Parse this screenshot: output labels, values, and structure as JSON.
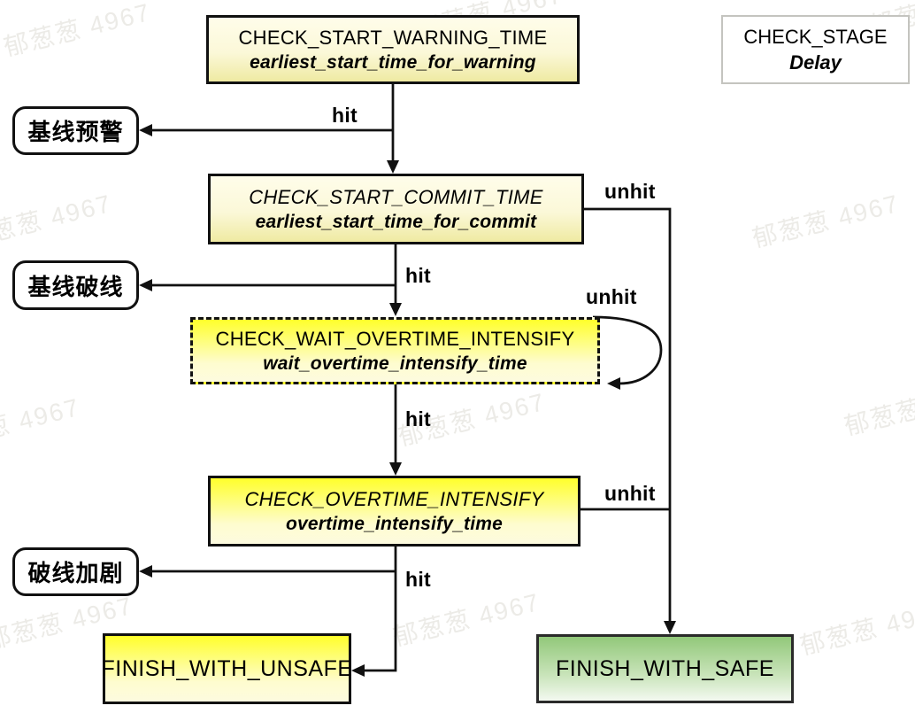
{
  "watermark": {
    "text": "郁葱葱 4967"
  },
  "legend": {
    "title": "CHECK_STAGE",
    "subtitle": "Delay"
  },
  "nodes": {
    "warning": {
      "title": "CHECK_START_WARNING_TIME",
      "subtitle": "earliest_start_time_for_warning"
    },
    "commit": {
      "title": "CHECK_START_COMMIT_TIME",
      "subtitle": "earliest_start_time_for_commit"
    },
    "wait_overtime": {
      "title": "CHECK_WAIT_OVERTIME_INTENSIFY",
      "subtitle": "wait_overtime_intensify_time"
    },
    "overtime": {
      "title": "CHECK_OVERTIME_INTENSIFY",
      "subtitle": "overtime_intensify_time"
    },
    "finish_unsafe": {
      "title": "FINISH_WITH_UNSAFE"
    },
    "finish_safe": {
      "title": "FINISH_WITH_SAFE"
    }
  },
  "outputs": {
    "baseline_warning": {
      "label": "基线预警"
    },
    "baseline_break": {
      "label": "基线破线"
    },
    "break_intensify": {
      "label": "破线加剧"
    }
  },
  "edges": [
    {
      "from": "warning",
      "to": "baseline_warning",
      "label": "hit"
    },
    {
      "from": "commit",
      "to": "baseline_break",
      "label": "hit"
    },
    {
      "from": "wait_overtime",
      "to": "overtime",
      "label": "hit"
    },
    {
      "from": "overtime",
      "to": "break_intensify",
      "label": "hit"
    },
    {
      "from": "commit",
      "to": "finish_safe",
      "label": "unhit"
    },
    {
      "from": "wait_overtime",
      "to": "wait_overtime",
      "label": "unhit"
    },
    {
      "from": "overtime",
      "to": "finish_safe",
      "label": "unhit"
    }
  ],
  "colors": {
    "node_cream_top": "#FFFDEA",
    "node_cream_bottom": "#EFEAA2",
    "node_yellow_top": "#FFFF2B",
    "node_yellow_bottom": "#FDFBDF",
    "finish_green_top": "#92C87A",
    "finish_green_bottom": "#F3F9F0",
    "border_black": "#111111",
    "legend_border": "#C4C4BF",
    "watermark_gray": "#ECEBE7"
  }
}
